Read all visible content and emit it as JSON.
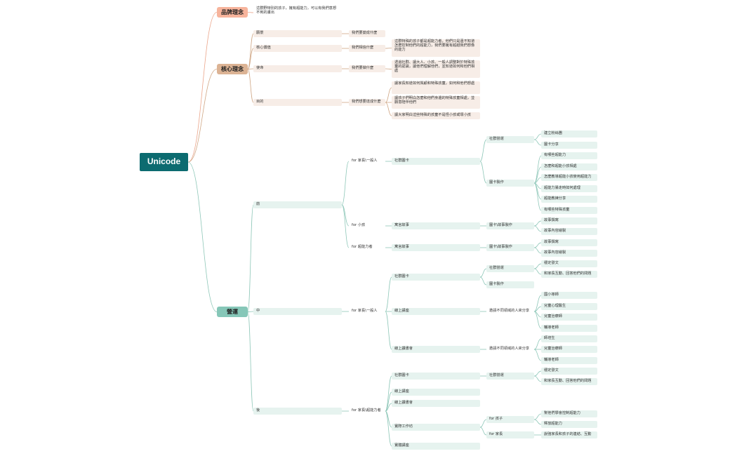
{
  "root": "Unicode",
  "brand": {
    "label": "品牌理念",
    "text": "這群野特別的孩子，擁有超能力，可以有我們意想不到的畫出"
  },
  "core": {
    "label": "核心理念",
    "items": [
      {
        "label": "願景",
        "sub": "我們要變成什麼",
        "details": []
      },
      {
        "label": "核心價值",
        "sub": "我們相信什麼",
        "details": [
          "這群特殊的孩子都是超能力者，他們只是還不知道怎麼控制他們的超能力，我們要擁有超越我們想像的能力"
        ]
      },
      {
        "label": "使命",
        "sub": "我們要做什麼",
        "details": [
          "透過社群、讓大人、小孩、一般人調整對於特殊孩童的認識，讓他們理解他們，並知道如何和他們相處"
        ]
      },
      {
        "label": "目的",
        "sub": "我們想要達成什麼",
        "details": [
          "讓家長知道如何與顧和特殊孩童，如何和他們想處",
          "讓孩子們明白怎麼和他們身邊的特殊孩童相處，並願意陪伴他們",
          "讓大家明白這些特殊的孩童不是怪小孩或壞小孩"
        ]
      }
    ]
  },
  "ops": {
    "label": "營運",
    "before": {
      "label": "前",
      "general": {
        "label": "for 家長\\一般人",
        "card": "社群圖卡",
        "community": "社群營運",
        "community_items": [
          "建立粉絲團",
          "圖卡分享"
        ],
        "card_making": "圖卡製作",
        "card_items": [
          "有哪些超能力",
          "怎麼和超能小孩相處",
          "怎麼教導超能小孩使用超能力",
          "超能力暴走時如何處理",
          "超能教練分享",
          "有哪些特殊孩童"
        ]
      },
      "kids": {
        "label": "for 小孩",
        "story": "寓言故事",
        "making": "圖卡\\故事製作",
        "items": [
          "故事撰寫",
          "故事內容繪製"
        ]
      },
      "powered": {
        "label": "for 超能力者",
        "story": "寓言故事",
        "making": "圖卡\\故事製作",
        "items": [
          "故事撰寫",
          "故事內容繪製"
        ]
      }
    },
    "middle": {
      "label": "中",
      "group": "for 家長\\一般人",
      "card": "社群圖卡",
      "community": "社群營運",
      "community_items": [
        "穩定發文",
        "和家長互動、回答他們的問題"
      ],
      "card_making": "圖卡製作",
      "lecture": "線上講座",
      "lecture_sub": "邀請不同領域的人來分享",
      "lecture_items": [
        "國小導師",
        "兒童心理醫生",
        "兒童治療師",
        "輔導老師"
      ],
      "reading": "線上讀書會",
      "reading_sub": "邀請不同領域的人來分享",
      "reading_items": [
        "師培生",
        "兒童治療師",
        "輔導老師"
      ]
    },
    "after": {
      "label": "後",
      "group": "for 家長\\超能力者",
      "card": "社群圖卡",
      "community": "社群營運",
      "community_items": [
        "穩定發文",
        "和家長互動、回答他們的問題"
      ],
      "lecture": "線上講座",
      "reading": "線上讀書會",
      "workshop": "實際工作坊",
      "for_kids": "for 孩子",
      "kids_items": [
        "幫他們學會控制超能力",
        "釋放超能力"
      ],
      "for_parents": "for 家長",
      "parents_items": [
        "說強家長和孩子的連結、互動"
      ],
      "physical": "實體講座"
    }
  }
}
